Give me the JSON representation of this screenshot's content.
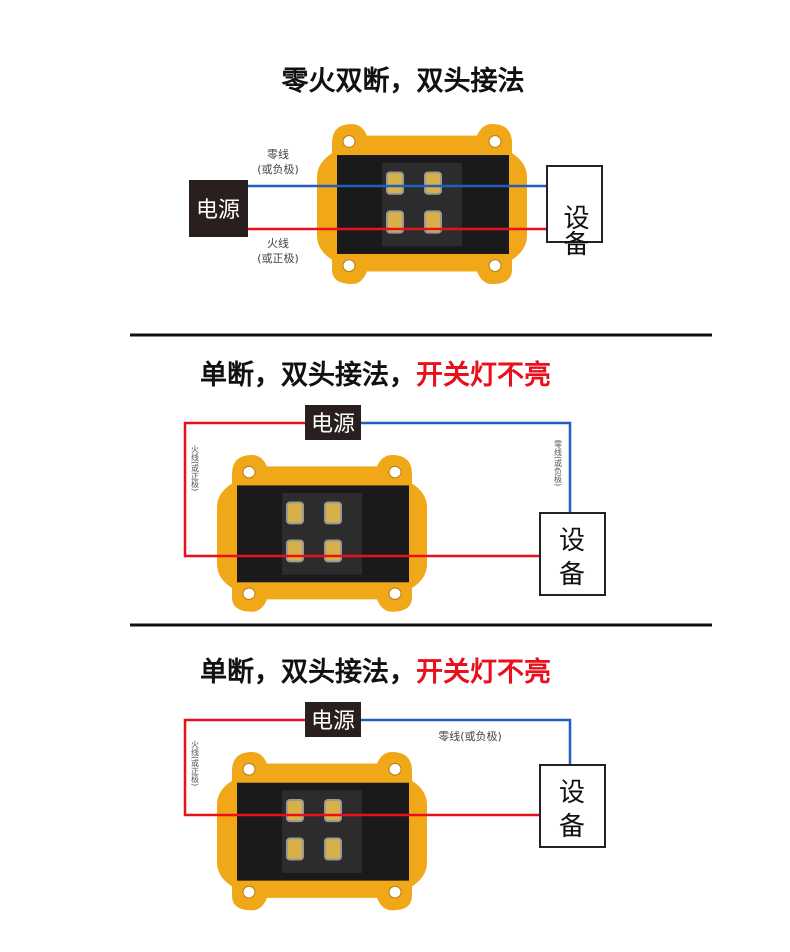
{
  "panels": [
    {
      "title": "零火双断，双头接法",
      "power": "电源",
      "device": "设备",
      "neutral_label": "零线",
      "neutral_sub": "(或负极)",
      "live_label": "火线",
      "live_sub": "(或正极)"
    },
    {
      "title_black": "单断，双头接法，",
      "title_red": "开关灯不亮",
      "power": "电源",
      "device_top": "设",
      "device_bottom": "备",
      "live_label": "火线(或正极)",
      "neutral_label": "零线(或负极)"
    },
    {
      "title_black": "单断，双头接法，",
      "title_red": "开关灯不亮",
      "power": "电源",
      "device_top": "设",
      "device_bottom": "备",
      "live_label": "火线(或正极)",
      "neutral_label": "零线(或负极)"
    }
  ],
  "colors": {
    "live": "#e8101c",
    "neutral": "#1f5fbf",
    "housing": "#f0a818",
    "body": "#1a1a1a"
  }
}
